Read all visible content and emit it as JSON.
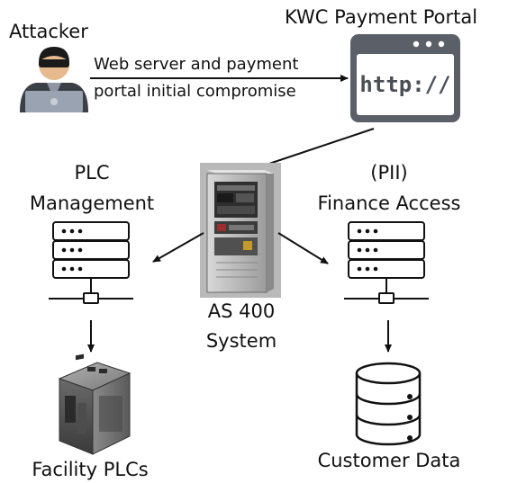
{
  "nodes": {
    "attacker": {
      "label": "Attacker",
      "icon": "hacker-icon"
    },
    "portal": {
      "label": "KWC Payment Portal",
      "icon": "browser-window-icon",
      "url_text": "http://"
    },
    "as400": {
      "line1": "AS 400",
      "line2": "System",
      "icon": "mainframe-server-icon"
    },
    "plc_mgmt": {
      "line1": "PLC",
      "line2": "Management",
      "icon": "server-stack-icon"
    },
    "finance": {
      "line1": "(PII)",
      "line2": "Finance Access",
      "icon": "server-stack-icon"
    },
    "facility_plcs": {
      "label": "Facility PLCs",
      "icon": "plc-cube-icon"
    },
    "customer_data": {
      "label": "Customer Data",
      "icon": "database-icon"
    }
  },
  "edges": {
    "attacker_to_portal": {
      "line1": "Web server and payment",
      "line2": "portal initial compromise"
    }
  },
  "colors": {
    "stroke": "#111111",
    "fill": "#ffffff",
    "dark": "#333333"
  }
}
